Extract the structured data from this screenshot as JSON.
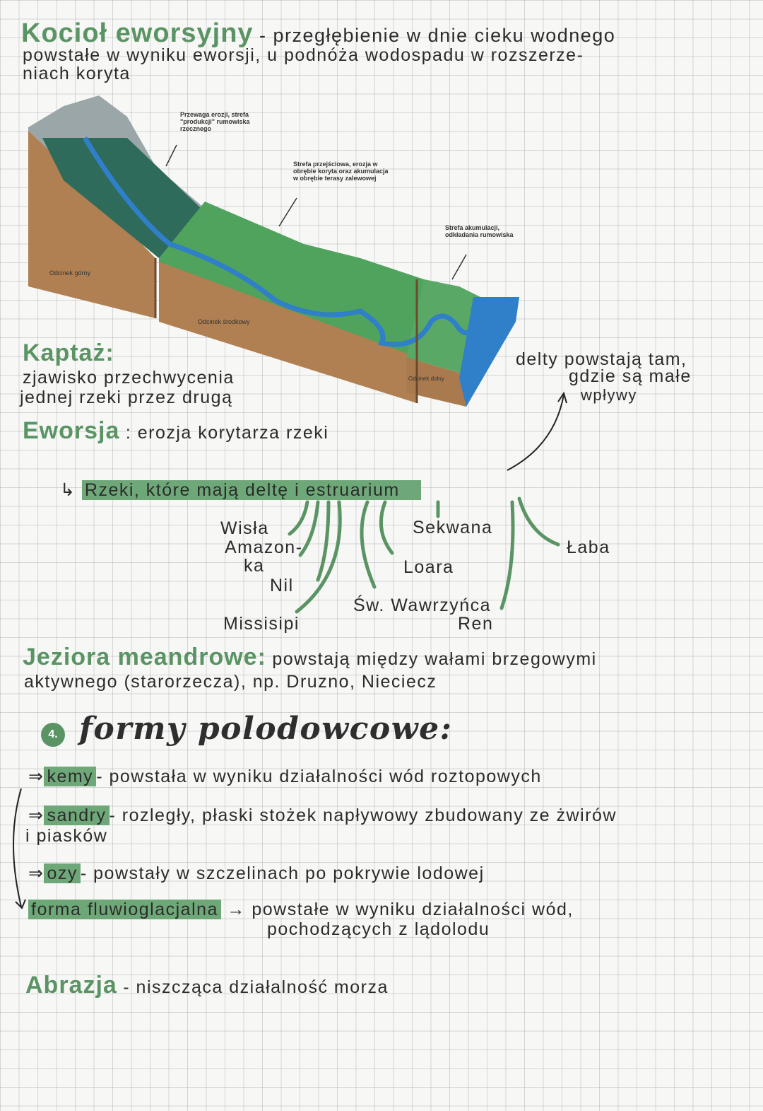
{
  "intro": {
    "term": "Kocioł eworsyjny",
    "definition_line1": "- przegłębienie w dnie cieku wodnego",
    "definition_line2": "powstałe w wyniku eworsji, u podnóża wodospadu w rozszerze-",
    "definition_line3": "niach koryta"
  },
  "diagram": {
    "label_erosion": "Przewaga erozji, strefa \"produkcji\" rumowiska rzecznego",
    "label_transition": "Strefa przejściowa, erozja w obrębie koryta oraz akumulacja w obrębie terasy zalewowej",
    "label_accumulation": "Strefa akumulacji, odkładania rumowiska",
    "section_upper": "Odcinek górny",
    "section_middle": "Odcinek środkowy",
    "section_lower": "Odcinek dolny",
    "colors": {
      "rock": "#9aa6a8",
      "forest": "#2e6b5a",
      "grass": "#4fa35c",
      "soil": "#b07f52",
      "water": "#2f7fc9"
    }
  },
  "kaptaz": {
    "term": "Kaptaż:",
    "line1": "zjawisko przechwycenia",
    "line2": "jednej rzeki przez drugą"
  },
  "delta_note": {
    "line1": "delty powstają tam,",
    "line2": "gdzie są małe",
    "line3": "wpływy"
  },
  "eworsja": {
    "term": "Eworsja",
    "definition": ": erozja korytarza rzeki"
  },
  "rivers": {
    "heading": "Rzeki, które mają deltę i estruarium",
    "names": [
      "Wisła",
      "Amazon-",
      "ka",
      "Nil",
      "Missisipi",
      "Sekwana",
      "Loara",
      "Św. Wawrzyńca",
      "Ren",
      "Łaba"
    ]
  },
  "lakes": {
    "term": "Jeziora meandrowe:",
    "line1": "powstają między wałami brzegowymi",
    "line2": "aktywnego (starorzecza), np. Druzno, Nieciecz"
  },
  "section": {
    "number": "4.",
    "title": "formy polodowcowe:"
  },
  "forms": [
    {
      "term": "kemy",
      "text": "- powstała w wyniku działalności wód roztopowych"
    },
    {
      "term": "sandry",
      "text": "- rozległy, płaski stożek napływowy zbudowany ze żwirów",
      "text2": "i piasków"
    },
    {
      "term": "ozy",
      "text": "- powstały w szczelinach po pokrywie lodowej"
    },
    {
      "term": "forma fluwioglacjalna",
      "text": "→ powstałe w wyniku działalności wód,",
      "text2": "pochodzących z lądolodu"
    }
  ],
  "abrazja": {
    "term": "Abrazja",
    "definition": "- niszcząca działalność morza"
  },
  "colors": {
    "accent_green": "#5b9464",
    "highlight": "#6fa878",
    "ink": "#2b2b2b"
  }
}
